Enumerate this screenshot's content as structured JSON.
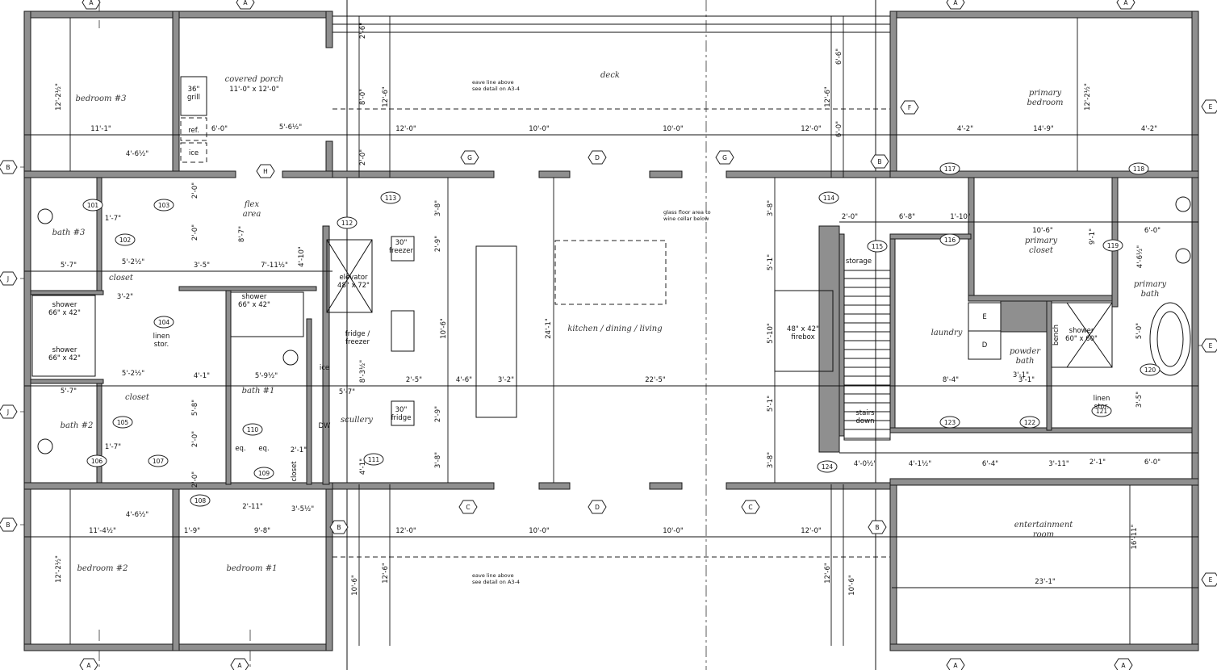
{
  "rooms": [
    [
      "bedroom #3"
    ],
    [
      "covered porch"
    ],
    [
      "deck"
    ],
    [
      "primary",
      "bedroom"
    ],
    [
      "bath #3"
    ],
    [
      "flex",
      "area"
    ],
    [
      "closet"
    ],
    [
      "kitchen / dining / living"
    ],
    [
      "laundry"
    ],
    [
      "primary",
      "closet"
    ],
    [
      "primary",
      "bath"
    ],
    [
      "powder",
      "bath"
    ],
    [
      "closet"
    ],
    [
      "bath #2"
    ],
    [
      "bath #1"
    ],
    [
      "scullery"
    ],
    [
      "entertainment",
      "room"
    ],
    [
      "bedroom #2"
    ],
    [
      "bedroom #1"
    ]
  ],
  "fixtures": [
    [
      "11'-0\" x 12'-0\""
    ],
    [
      "36\"",
      "grill"
    ],
    [
      "ref."
    ],
    [
      "ice"
    ],
    [
      "elevator",
      "48\" x 72\""
    ],
    [
      "fridge /",
      "freezer"
    ],
    [
      "48\" x 42\"",
      "firebox"
    ],
    [
      "30\"",
      "freezer"
    ],
    [
      "30\"",
      "fridge"
    ],
    [
      "linen",
      "stor."
    ],
    [
      "linen",
      "stor."
    ],
    [
      "storage"
    ],
    [
      "stairs",
      "down"
    ],
    [
      "shower",
      "66\" x 42\""
    ],
    [
      "shower",
      "66\" x 42\""
    ],
    [
      "shower",
      "66\" x 42\""
    ],
    [
      "shower",
      "60\" x 60\""
    ],
    [
      "bench"
    ],
    [
      "E"
    ],
    [
      "D"
    ],
    [
      "ice"
    ],
    [
      "DW"
    ],
    [
      "eq."
    ],
    [
      "eq."
    ],
    [
      "closet"
    ]
  ],
  "notes": [
    [
      "eave line above",
      "see detail on A3-4"
    ],
    [
      "eave line above",
      "see detail on A3-4"
    ],
    [
      "glass floor area to",
      "wine cellar below"
    ]
  ],
  "grid_markers": [
    "A",
    "A",
    "A",
    "A",
    "A",
    "A",
    "A",
    "A",
    "B",
    "B",
    "B",
    "B",
    "B",
    "J",
    "J",
    "E",
    "E",
    "E",
    "F",
    "G",
    "G",
    "D",
    "D",
    "C",
    "C",
    "H"
  ],
  "door_tags": [
    "101",
    "102",
    "103",
    "104",
    "105",
    "106",
    "107",
    "108",
    "109",
    "110",
    "111",
    "112",
    "113",
    "114",
    "115",
    "116",
    "117",
    "118",
    "119",
    "120",
    "121",
    "122",
    "123",
    "124"
  ],
  "dimensions": [
    "12'-0\"",
    "10'-0\"",
    "10'-0\"",
    "12'-0\"",
    "12'-0\"",
    "10'-0\"",
    "10'-0\"",
    "12'-0\"",
    "22'-5\"",
    "4'-6\"",
    "3'-2\"",
    "2'-5\"",
    "24'-1\"",
    "10'-6\"",
    "8'-0\"",
    "12'-6\"",
    "2'-6\"",
    "2'-0\"",
    "6'-6\"",
    "12'-6\"",
    "6'-0\"",
    "10'-6\"",
    "12'-6\"",
    "12'-6\"",
    "10'-6\"",
    "11'-1\"",
    "6'-0\"",
    "5'-6½\"",
    "4'-6½\"",
    "12'-2½\"",
    "12'-2½\"",
    "11'-4½\"",
    "9'-8\"",
    "1'-9\"",
    "4'-6½\"",
    "14'-9\"",
    "4'-2\"",
    "4'-2\"",
    "12'-2½\"",
    "23'-1\"",
    "16'-11\"",
    "6'-8\"",
    "2'-0\"",
    "1'-10\"",
    "10'-6\"",
    "6'-0\"",
    "8'-4\"",
    "3'-1\"",
    "4'-0½\"",
    "4'-1½\"",
    "6'-4\"",
    "3'-11\"",
    "2'-1\"",
    "6'-0\"",
    "5'-1\"",
    "5'-10\"",
    "5'-1\"",
    "3'-8\"",
    "3'-8\"",
    "3'-8\"",
    "2'-9\"",
    "2'-9\"",
    "3'-8\"",
    "8'-7\"",
    "7'-11½\"",
    "3'-5\"",
    "3'-2\"",
    "5'-7\"",
    "5'-7\"",
    "5'-2½\"",
    "5'-2½\"",
    "4'-1\"",
    "5'-9½\"",
    "5'-7\"",
    "2'-11\"",
    "3'-5½\"",
    "2'-1\"",
    "1'-7\"",
    "1'-7\"",
    "9'-1\"",
    "5'-0\"",
    "3'-5\"",
    "4'-6½\"",
    "8'-3½\"",
    "4'-1\"",
    "3'-1\"",
    "4'-10\"",
    "5'-8\"",
    "2'-0\"",
    "2'-0\"",
    "2'-0\"",
    "2'-0\""
  ]
}
